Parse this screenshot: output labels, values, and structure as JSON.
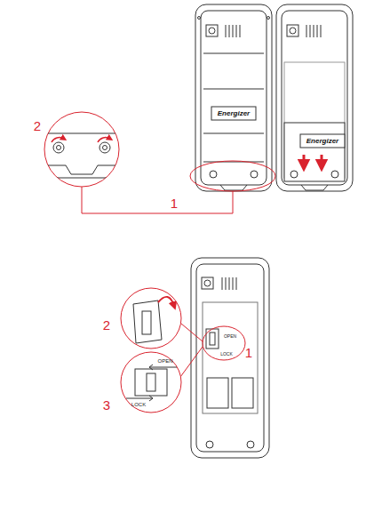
{
  "diagram": {
    "labels": [
      "2",
      "1",
      "Energizer",
      "Energizer",
      "2",
      "1",
      "OPEN",
      "LOCK",
      "3",
      "OPEN",
      "LOCK"
    ]
  }
}
